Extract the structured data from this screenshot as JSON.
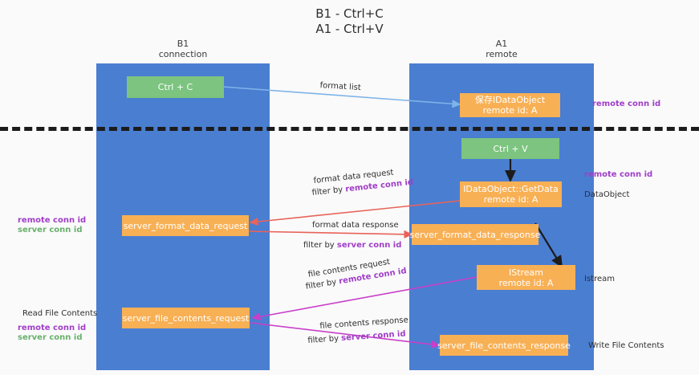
{
  "title": {
    "line1": "B1 - Ctrl+C",
    "line2": "A1 - Ctrl+V"
  },
  "columns": [
    {
      "name": "B1",
      "sub": "connection"
    },
    {
      "name": "A1",
      "sub": "remote"
    }
  ],
  "nodes": {
    "ctrl_c": "Ctrl + C",
    "ctrl_v": "Ctrl + V",
    "save_idataobject_l1": "保存IDataObject",
    "save_idataobject_l2": "remote id: A",
    "getdata_l1": "IDataObject::GetData",
    "getdata_l2": "remote id: A",
    "istream_l1": "IStream",
    "istream_l2": "remote id: A",
    "server_format_data_request": "server_format_data_request",
    "server_format_data_response": "server_format_data_response",
    "server_file_contents_request": "server_file_contents_request",
    "server_file_contents_response": "server_file_contents_response"
  },
  "edge_labels": {
    "format_list": "format list",
    "format_data_request": "format data request",
    "format_data_request_filter_prefix": "filter by ",
    "format_data_request_filter_key": "remote conn id",
    "format_data_response": "format data response",
    "format_data_response_filter_prefix": "filter by ",
    "format_data_response_filter_key": "server conn id",
    "file_contents_request": "file contents request",
    "file_contents_request_filter_prefix": "filter by ",
    "file_contents_request_filter_key": "remote conn id",
    "file_contents_response": "file contents response",
    "file_contents_response_filter_prefix": "filter by ",
    "file_contents_response_filter_key": "server conn id"
  },
  "annotations": {
    "right_remote_conn_id_top": "remote conn id",
    "right_remote_conn_id_mid": "remote conn id",
    "right_dataobject": "DataObject",
    "right_istream": "Istream",
    "right_write_file_contents": "Write File Contents",
    "left_remote_conn_id": "remote conn id",
    "left_server_conn_id": "server conn id",
    "left_read_file_contents": "Read File Contents",
    "left_remote_conn_id_2": "remote conn id",
    "left_server_conn_id_2": "server conn id"
  },
  "colors": {
    "column_blue": "#4a7ed1",
    "node_green": "#7cc47f",
    "node_orange": "#f8b055",
    "arrow_blue": "#7eb3e8",
    "arrow_red": "#e8635a",
    "arrow_magenta": "#c93fc9",
    "arrow_black": "#1c1c1c",
    "key_purple": "#a03ec8",
    "key_green": "#69b06c",
    "background": "#fafafa"
  }
}
